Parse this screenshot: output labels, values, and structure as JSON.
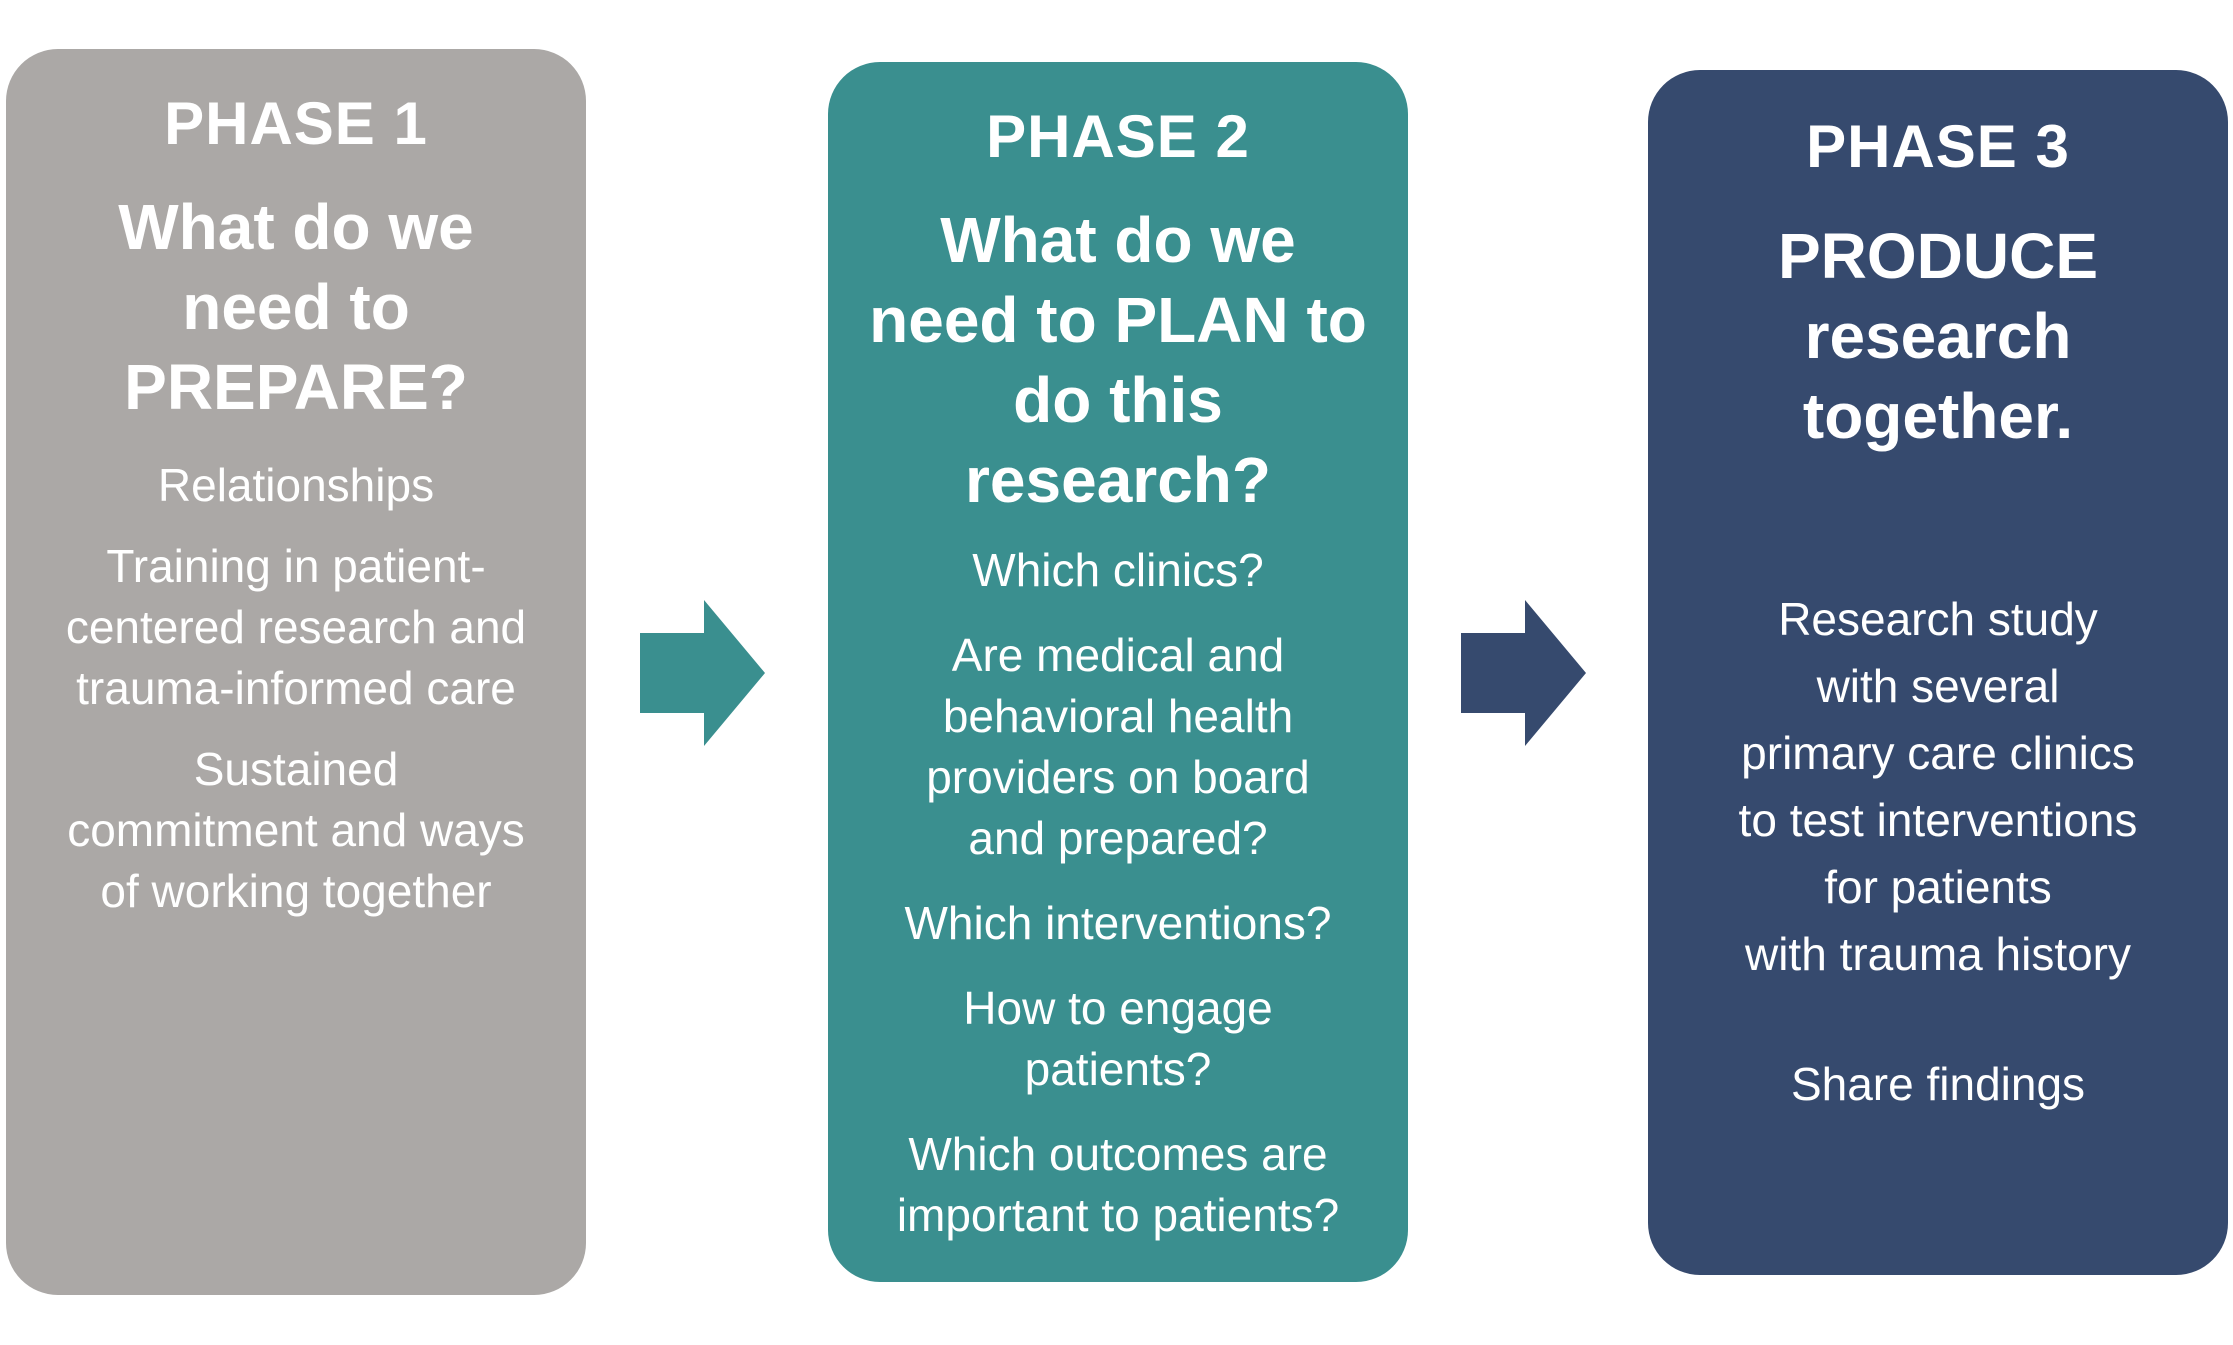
{
  "phases": [
    {
      "title": "PHASE 1",
      "question": "What do we need to PREPARE?",
      "items": [
        "Relationships",
        "Training in patient-centered research and trauma-informed care",
        "Sustained commitment and ways of working together"
      ],
      "color": "#aba8a6"
    },
    {
      "title": "PHASE 2",
      "question": "What do we need to PLAN to do this research?",
      "items": [
        "Which clinics?",
        "Are medical and behavioral health providers on board and prepared?",
        "Which interventions?",
        "How to engage patients?",
        "Which outcomes are important to patients?"
      ],
      "color": "#3a8f8f"
    },
    {
      "title": "PHASE 3",
      "question": "PRODUCE research together.",
      "items": [
        "Research study with several primary care clinics to test interventions for patients with trauma history",
        "Share findings"
      ],
      "color": "#364a6e"
    }
  ],
  "arrows": [
    {
      "icon": "arrow-right-icon",
      "color": "#3a8f8f"
    },
    {
      "icon": "arrow-right-icon",
      "color": "#364a6e"
    }
  ]
}
